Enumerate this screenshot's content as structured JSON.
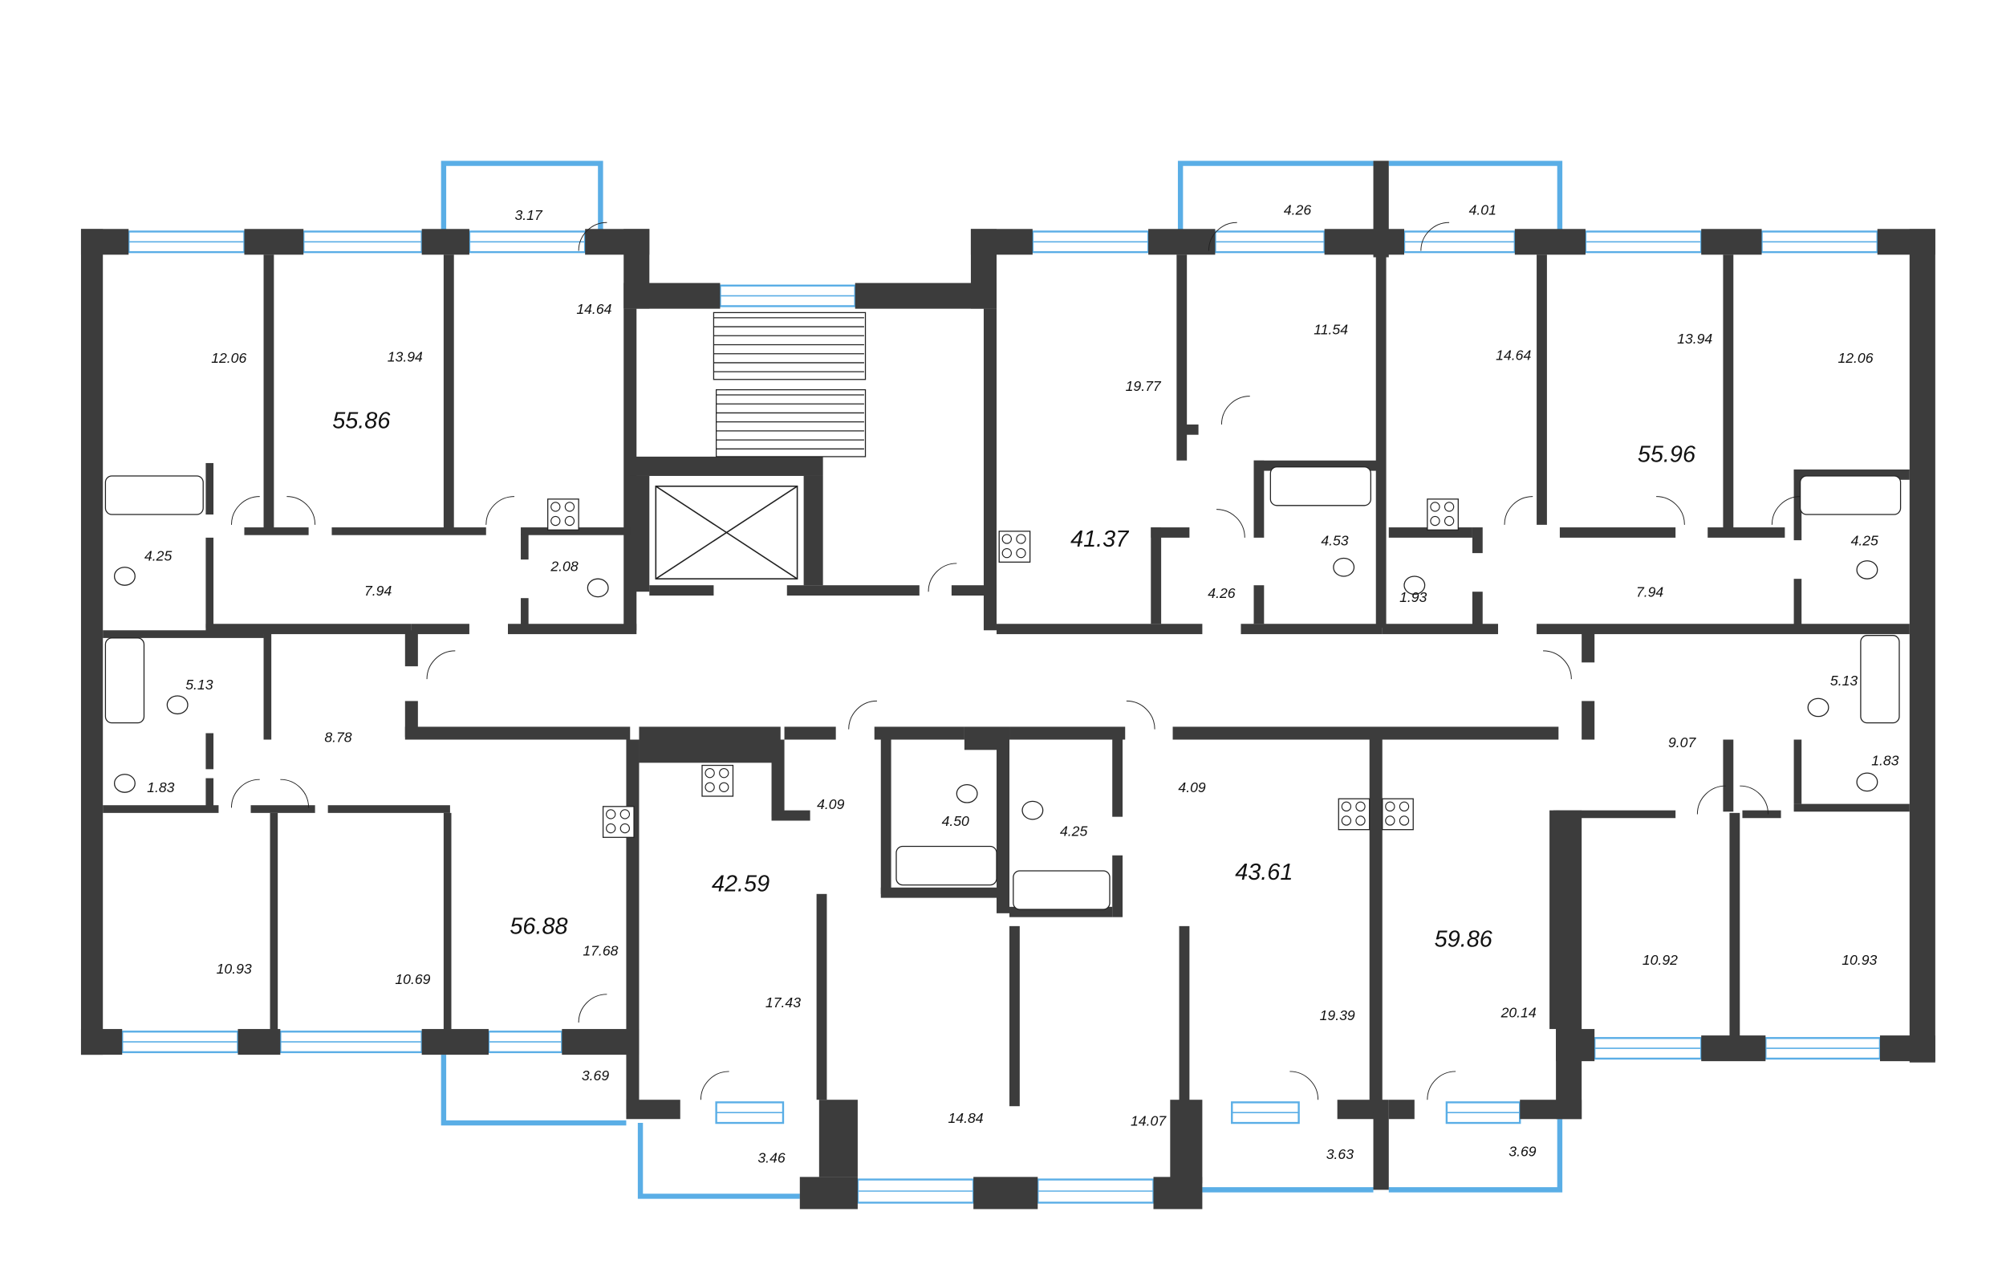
{
  "title": "Floor plan",
  "apartments": [
    {
      "area": "55.86"
    },
    {
      "area": "56.88"
    },
    {
      "area": "42.59"
    },
    {
      "area": "41.37"
    },
    {
      "area": "43.61"
    },
    {
      "area": "59.86"
    },
    {
      "area": "55.96"
    }
  ],
  "rooms": [
    "12.06",
    "13.94",
    "14.64",
    "3.17",
    "4.25",
    "7.94",
    "2.08",
    "5.13",
    "8.78",
    "1.83",
    "10.93",
    "10.69",
    "17.68",
    "3.69",
    "17.43",
    "3.46",
    "4.09",
    "4.50",
    "4.25",
    "4.09",
    "14.84",
    "14.07",
    "19.39",
    "3.63",
    "20.14",
    "3.69",
    "19.77",
    "4.26",
    "11.54",
    "4.26",
    "4.53",
    "4.01",
    "14.64",
    "1.93",
    "7.94",
    "13.94",
    "12.06",
    "4.25",
    "5.13",
    "9.07",
    "1.83",
    "10.92",
    "10.93"
  ],
  "colors": {
    "wall": "#3c3c3c",
    "window": "#5aaee6",
    "line": "#222222"
  }
}
